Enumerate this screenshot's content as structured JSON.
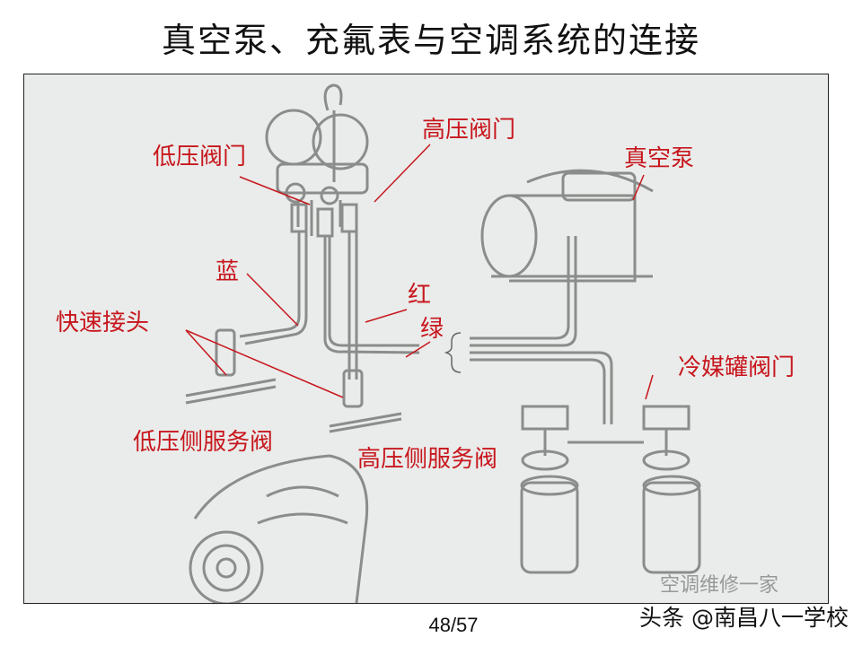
{
  "title": "真空泵、充氟表与空调系统的连接",
  "diagram": {
    "labels": {
      "low_valve": "低压阀门",
      "high_valve": "高压阀门",
      "vacuum_pump": "真空泵",
      "blue": "蓝",
      "red": "红",
      "green": "绿",
      "quick_coupler": "快速接头",
      "refrigerant_can_valve": "冷媒罐阀门",
      "low_side_service_valve": "低压侧服务阀",
      "high_side_service_valve": "高压侧服务阀"
    },
    "label_color": "#c8161d"
  },
  "footer": {
    "page": "48/57",
    "watermark": "头条 @南昌八一学校",
    "watermark_faint": "空调维修一家"
  }
}
